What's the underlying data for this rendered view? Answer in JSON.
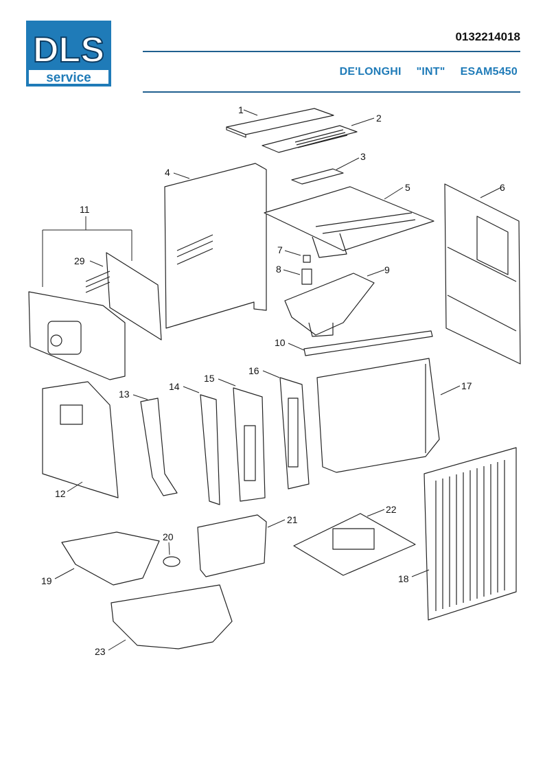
{
  "header": {
    "logo_top": "DLS",
    "logo_bottom": "service",
    "document_code": "0132214018",
    "brand": "DE'LONGHI",
    "variant": "\"INT\"",
    "model": "ESAM5450"
  },
  "colors": {
    "logo_blue": "#1f7bb8",
    "rule": "#1f5f8f",
    "model_text": "#1f7bb8",
    "line": "#222222"
  },
  "parts": [
    {
      "id": "p1",
      "label": "1"
    },
    {
      "id": "p2",
      "label": "2"
    },
    {
      "id": "p3",
      "label": "3"
    },
    {
      "id": "p4",
      "label": "4"
    },
    {
      "id": "p5",
      "label": "5"
    },
    {
      "id": "p6",
      "label": "6"
    },
    {
      "id": "p7",
      "label": "7"
    },
    {
      "id": "p8",
      "label": "8"
    },
    {
      "id": "p9",
      "label": "9"
    },
    {
      "id": "p10",
      "label": "10"
    },
    {
      "id": "p11",
      "label": "11"
    },
    {
      "id": "p12",
      "label": "12"
    },
    {
      "id": "p13",
      "label": "13"
    },
    {
      "id": "p14",
      "label": "14"
    },
    {
      "id": "p15",
      "label": "15"
    },
    {
      "id": "p16",
      "label": "16"
    },
    {
      "id": "p17",
      "label": "17"
    },
    {
      "id": "p18",
      "label": "18"
    },
    {
      "id": "p19",
      "label": "19"
    },
    {
      "id": "p20",
      "label": "20"
    },
    {
      "id": "p21",
      "label": "21"
    },
    {
      "id": "p22",
      "label": "22"
    },
    {
      "id": "p23",
      "label": "23"
    },
    {
      "id": "p29",
      "label": "29"
    }
  ]
}
